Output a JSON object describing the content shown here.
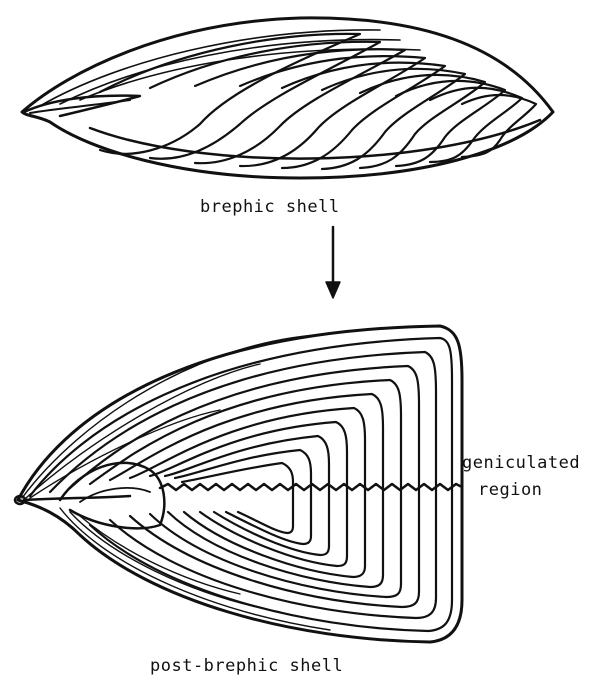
{
  "labels": {
    "brephic_shell": "brephic shell",
    "geniculated": "geniculated",
    "region": "region",
    "post_brephic_shell": "post-brephic shell"
  },
  "colors": {
    "ink": "#111111",
    "background": "#ffffff"
  }
}
